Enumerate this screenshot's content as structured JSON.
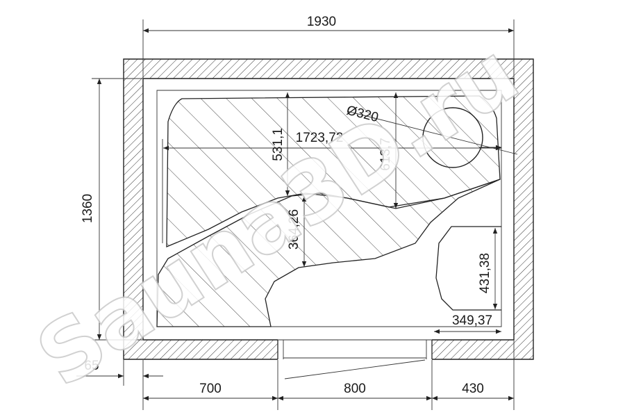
{
  "dimensions": {
    "overall_width": "1930",
    "overall_height": "1360",
    "wall": "65",
    "bottom_left": "700",
    "bottom_door": "800",
    "bottom_right": "430",
    "inner_span": "1723,72",
    "upper_left_depth": "531,1",
    "upper_right_depth": "613,7",
    "mid_depth": "364,26",
    "right_block_height": "431,38",
    "right_block_width": "349,37",
    "pipe_diameter": "Ø320"
  },
  "watermark": "Sauna3D.ru",
  "colors": {
    "line": "#222222",
    "watermark_stroke": "#c9c9c9"
  }
}
